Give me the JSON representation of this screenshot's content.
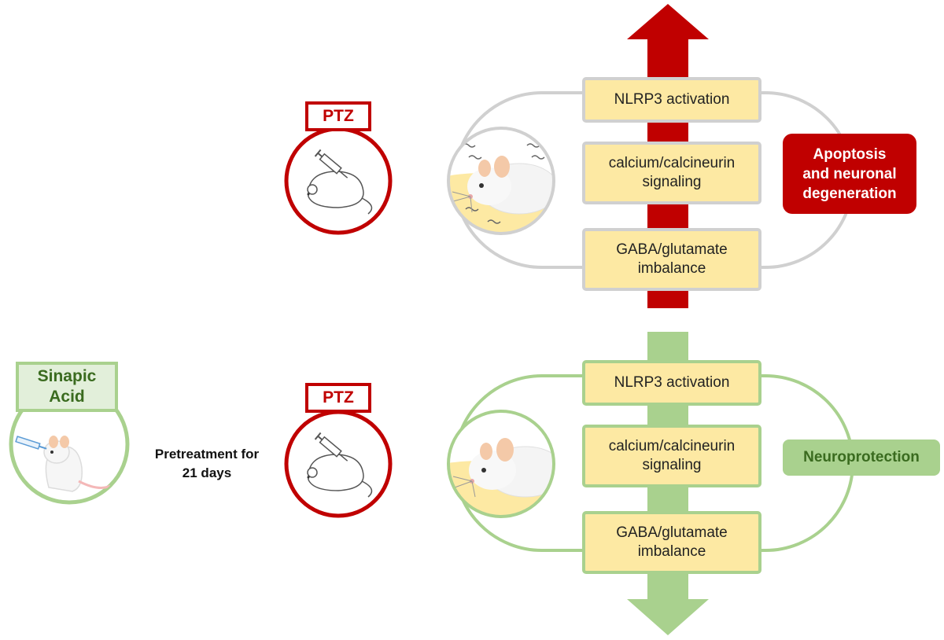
{
  "top_panel": {
    "treatment_label": "PTZ",
    "pathways": [
      "NLRP3 activation",
      "calcium/calcineurin\nsignaling",
      "GABA/glutamate\nimbalance"
    ],
    "outcome": "Apoptosis\nand neuronal\ndegeneration",
    "arrow_direction": "up",
    "arrow_color": "#c00000",
    "ring_color": "#d0d0d0"
  },
  "bottom_panel": {
    "pretreatment_label": "Sinapic\nAcid",
    "pretreatment_text": "Pretreatment for\n21 days",
    "treatment_label": "PTZ",
    "pathways": [
      "NLRP3 activation",
      "calcium/calcineurin\nsignaling",
      "GABA/glutamate\nimbalance"
    ],
    "outcome": "Neuroprotection",
    "arrow_direction": "down",
    "arrow_color": "#a9d18e",
    "ring_color": "#a9d18e"
  },
  "colors": {
    "pathway_fill": "#fde9a3",
    "red_accent": "#c00000",
    "green_accent": "#a9d18e",
    "green_text": "#3a6b1f"
  },
  "icons": [
    "mouse-injection-icon",
    "mouse-gavage-icon",
    "seizing-mouse-icon",
    "protected-mouse-icon"
  ]
}
